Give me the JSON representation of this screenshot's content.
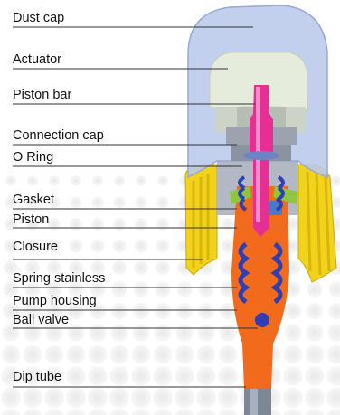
{
  "labels": [
    "Dust cap",
    "Actuator",
    "Piston bar",
    "Connection cap",
    "O Ring",
    "Gasket",
    "Piston",
    "Closure",
    "Spring stainless",
    "Pump housing",
    "Ball valve",
    "Dip tube"
  ],
  "colors": {
    "dust_cap": "#b9c8ea",
    "actuator": "#e6ecdc",
    "piston_bar": "#e52f95",
    "closure": "#f2d21a",
    "pump_housing": "#f26a1c",
    "spring": "#2d3fb2",
    "gasket": "#8ec63f",
    "dip_tube": "#7d8796",
    "leader_line": "#333333"
  }
}
